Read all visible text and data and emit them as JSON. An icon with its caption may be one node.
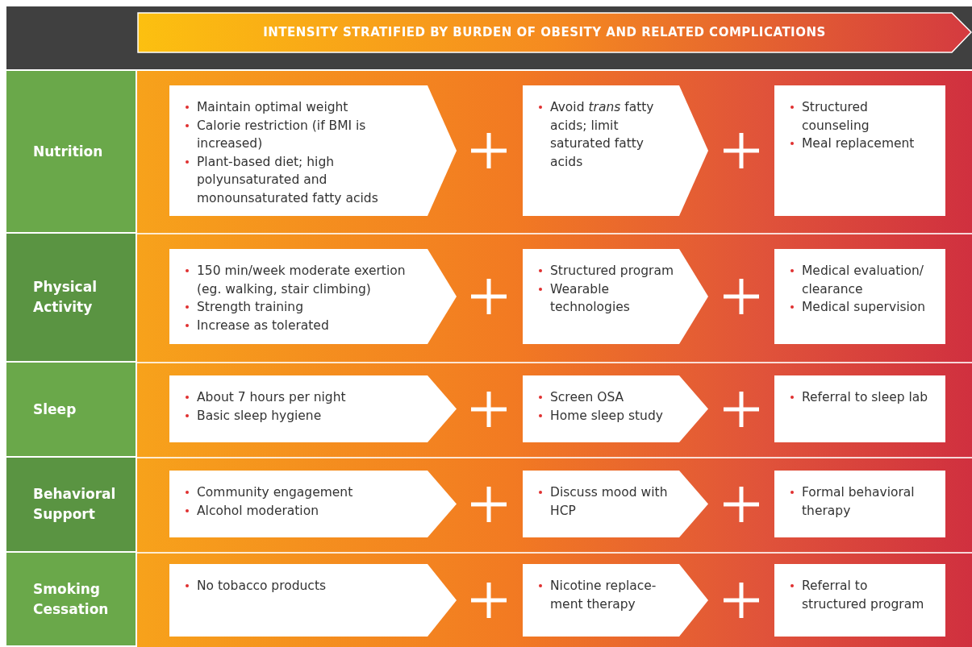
{
  "diagram": {
    "title": "INTENSITY STRATIFIED BY BURDEN OF OBESITY AND RELATED COMPLICATIONS",
    "nodes": [
      {
        "text": [
          "Nutrition"
        ]
      },
      {
        "text": [
          "Maintain optimal weight",
          "Calorie restriction (if BMI is increased)",
          "Plant-based diet; high polyunsaturated and monounsaturated fatty acids"
        ]
      },
      {
        "text": [
          "Avoid *trans* fatty acids; limit saturated fatty acids"
        ]
      },
      {
        "text": [
          "Structured counseling",
          "Meal replacement"
        ]
      },
      {
        "text": [
          "Physical Activity"
        ]
      },
      {
        "text": [
          "150 min/week moderate exertion (eg. walking, stair climbing)",
          "Strength training",
          "Increase as tolerated"
        ]
      },
      {
        "text": [
          "Structured program",
          "Wearable technologies"
        ]
      },
      {
        "text": [
          "Medical evaluation/ clearance",
          "Medical supervision"
        ]
      },
      {
        "text": [
          "Sleep"
        ]
      },
      {
        "text": [
          "About 7 hours per night",
          "Basic sleep hygiene"
        ]
      },
      {
        "text": [
          "Screen OSA",
          "Home sleep study"
        ]
      },
      {
        "text": [
          "Referral to sleep lab"
        ]
      },
      {
        "text": [
          "Behavioral Support"
        ]
      },
      {
        "text": [
          "Community engagement",
          "Alcohol moderation"
        ]
      },
      {
        "text": [
          "Discuss mood with HCP"
        ]
      },
      {
        "text": [
          "Formal behavioral therapy"
        ]
      },
      {
        "text": [
          "Smoking Cessation"
        ]
      },
      {
        "text": [
          "No tobacco products"
        ]
      },
      {
        "text": [
          "Nicotine replace- ment therapy"
        ]
      },
      {
        "text": [
          "Referral to structured program"
        ]
      }
    ]
  }
}
